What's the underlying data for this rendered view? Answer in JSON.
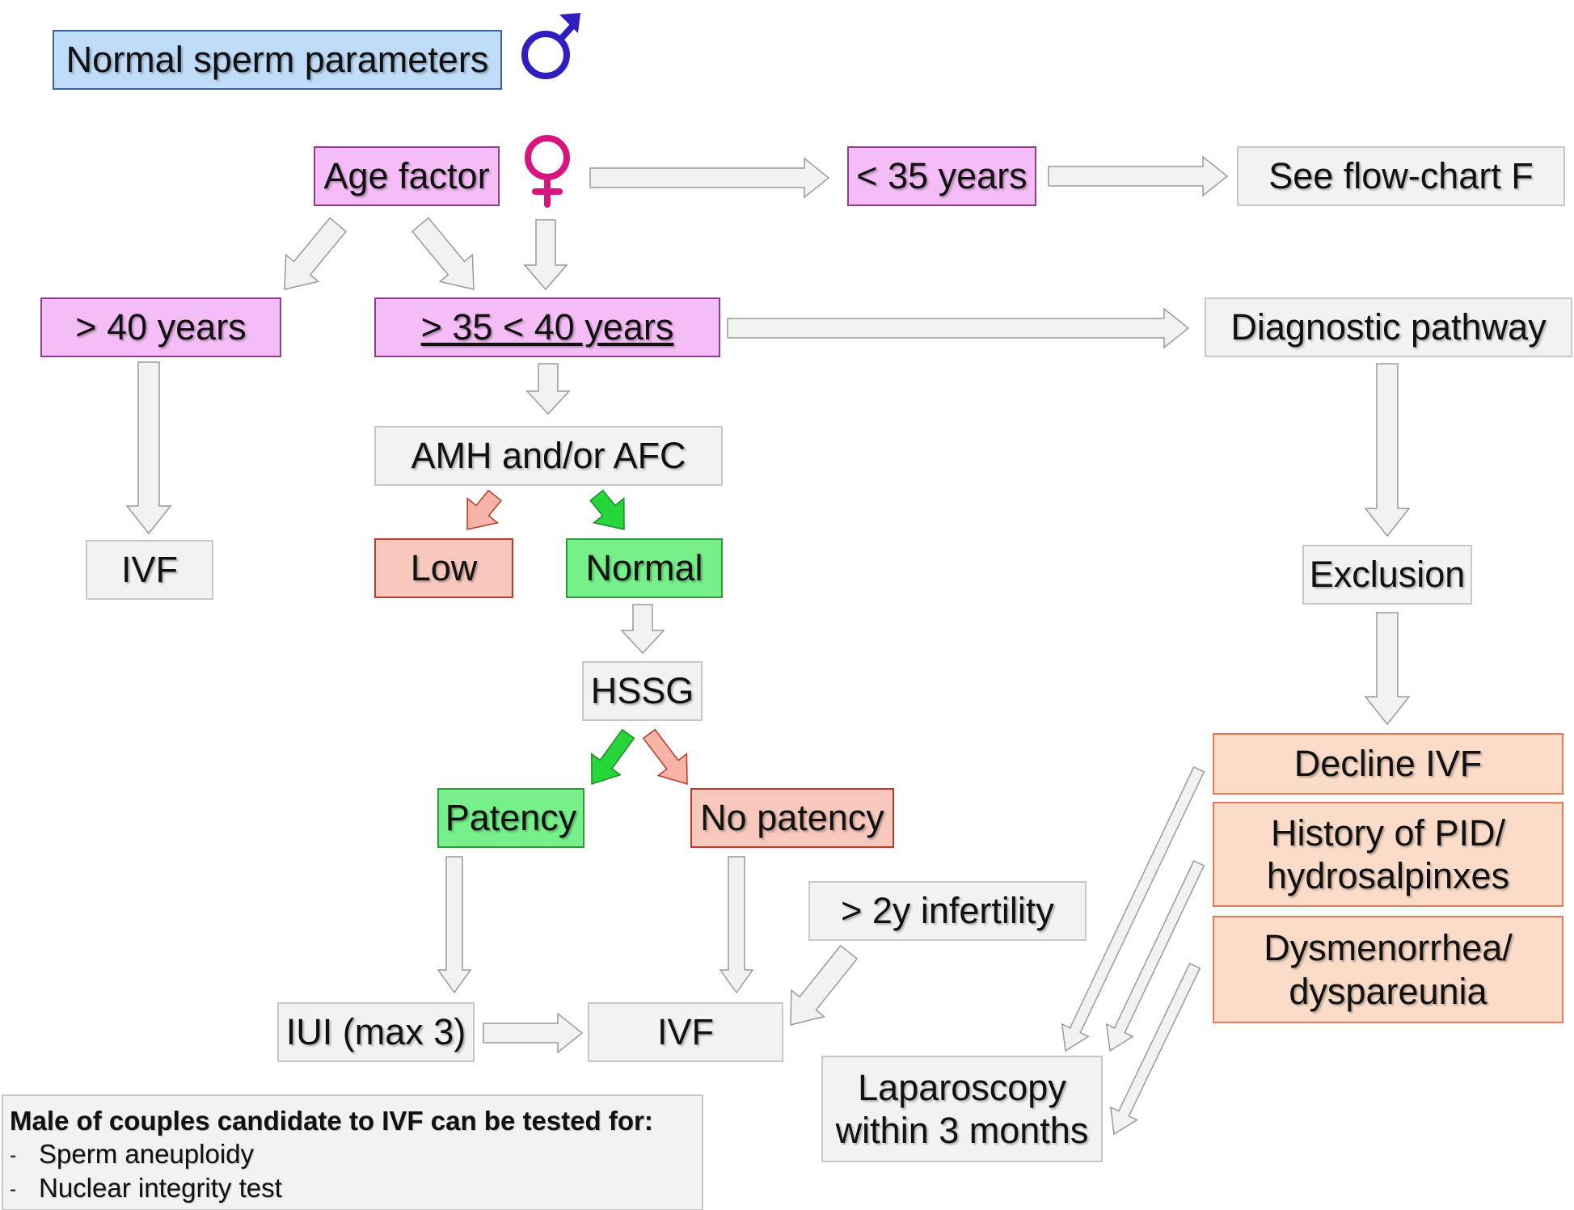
{
  "colors": {
    "male_symbol": "#2f1fc0",
    "female_symbol": "#d6157f",
    "pink_box": "#f5bdf7",
    "blue_box": "#bfdcf9",
    "green_box": "#77f08a",
    "red_box": "#f8c8bd",
    "peach_box": "#fbdcc9",
    "grey_box": "#f2f2f2",
    "arrow_fill": "#f2f2f2",
    "arrow_green": "#26d63a",
    "arrow_red": "#f6b3a6"
  },
  "icons": {
    "male": "male-symbol-icon",
    "female": "female-symbol-icon"
  },
  "nodes": {
    "normal_sperm": "Normal sperm parameters",
    "age_factor": "Age factor",
    "under35": "< 35 years",
    "see_flowchart": "See flow-chart F",
    "over40": "> 40 years",
    "age35_40_a": "> 35 ",
    "age35_40_b": "< 40 years",
    "diagnostic": "Diagnostic pathway",
    "amh": "AMH and/or AFC",
    "ivf_left": "IVF",
    "low": "Low",
    "normal": "Normal",
    "exclusion": "Exclusion",
    "hssg": "HSSG",
    "decline_ivf": "Decline IVF",
    "pid_line1": "History of PID/",
    "pid_line2": "hydrosalpinxes",
    "dysmen_line1": "Dysmenorrhea/",
    "dysmen_line2": "dyspareunia",
    "patency": "Patency",
    "no_patency": "No patency",
    "infertility": "> 2y infertility",
    "iui": "IUI (max 3)",
    "ivf_bottom": "IVF",
    "lap_line1": "Laparoscopy",
    "lap_line2": "within 3 months"
  },
  "note": {
    "title": "Male of couples candidate to IVF can be tested for:",
    "bullet": "-",
    "items": [
      "Sperm aneuploidy",
      "Nuclear integrity test"
    ]
  }
}
